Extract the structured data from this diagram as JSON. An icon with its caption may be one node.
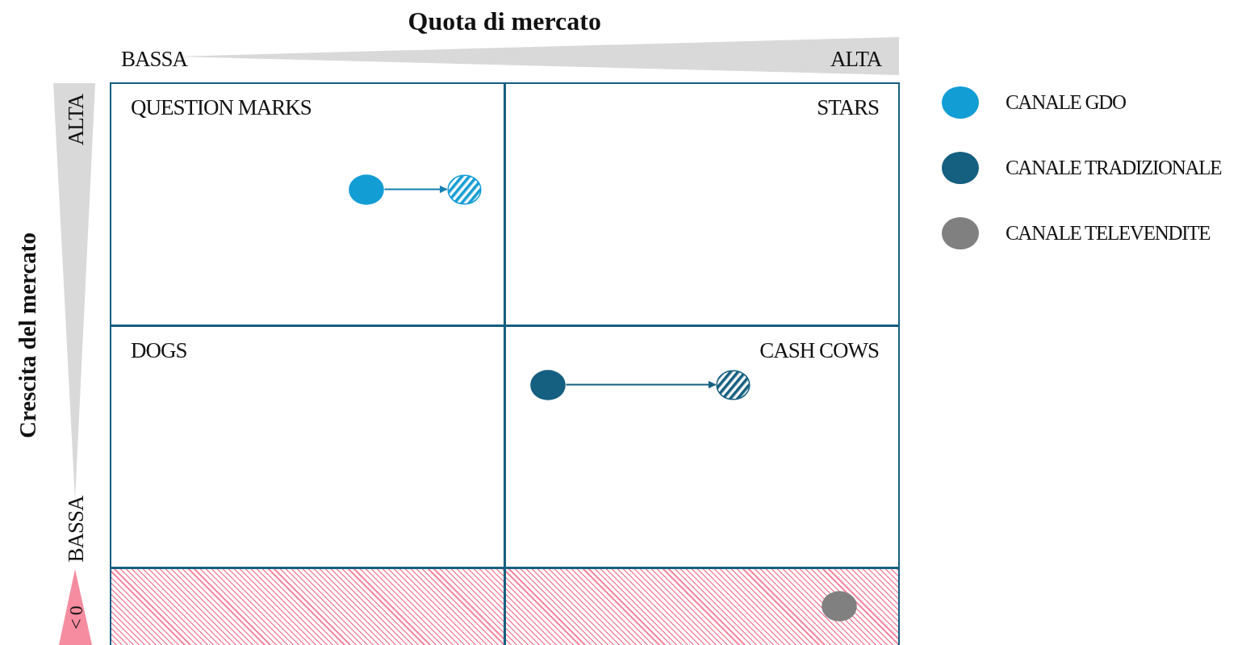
{
  "diagram": {
    "nodes": [
      {
        "text": [
          "QUESTION MARKS"
        ]
      },
      {
        "text": [
          "STARS"
        ]
      },
      {
        "text": [
          "DOGS"
        ]
      },
      {
        "text": [
          "CASH COWS"
        ]
      },
      {
        "text": [],
        "shape": "box"
      },
      {
        "text": [],
        "shape": "box"
      },
      {
        "text": [],
        "shape": "circle",
        "in": 0
      },
      {
        "text": [],
        "shape": "circle",
        "in": 0
      },
      {
        "text": [],
        "shape": "circle",
        "in": 3
      },
      {
        "text": [],
        "shape": "circle",
        "in": 3
      },
      {
        "text": [],
        "shape": "circle",
        "in": 5
      }
    ],
    "edges": [
      {
        "from": 6,
        "to": 7,
        "arrow": "to",
        "color": "#1380b0"
      },
      {
        "from": 8,
        "to": 9,
        "arrow": "to",
        "color": "#155f80"
      }
    ],
    "labels": [
      "Quota di mercato",
      "BASSA",
      "ALTA",
      "Crescita del mercato",
      "ALTA",
      "BASSA",
      "< 0"
    ],
    "legend": [
      {
        "text": "CANALE GDO",
        "color": "#139dd5"
      },
      {
        "text": "CANALE TRADIZIONALE",
        "color": "#155f80"
      },
      {
        "text": "CANALE TELEVENDITE",
        "color": "#808080"
      }
    ]
  }
}
